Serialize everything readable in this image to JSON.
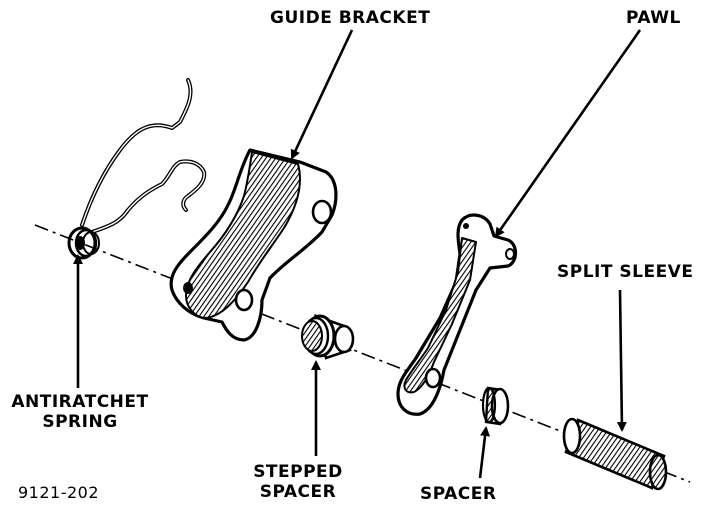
{
  "labels": {
    "guide_bracket": "GUIDE BRACKET",
    "pawl": "PAWL",
    "split_sleeve": "SPLIT SLEEVE",
    "antiratchet_spring_line1": "ANTIRATCHET",
    "antiratchet_spring_line2": "SPRING",
    "stepped_spacer_line1": "STEPPED",
    "stepped_spacer_line2": "SPACER",
    "spacer": "SPACER",
    "figure_number": "9121-202"
  },
  "colors": {
    "ink": "#000000",
    "paper": "#ffffff"
  }
}
